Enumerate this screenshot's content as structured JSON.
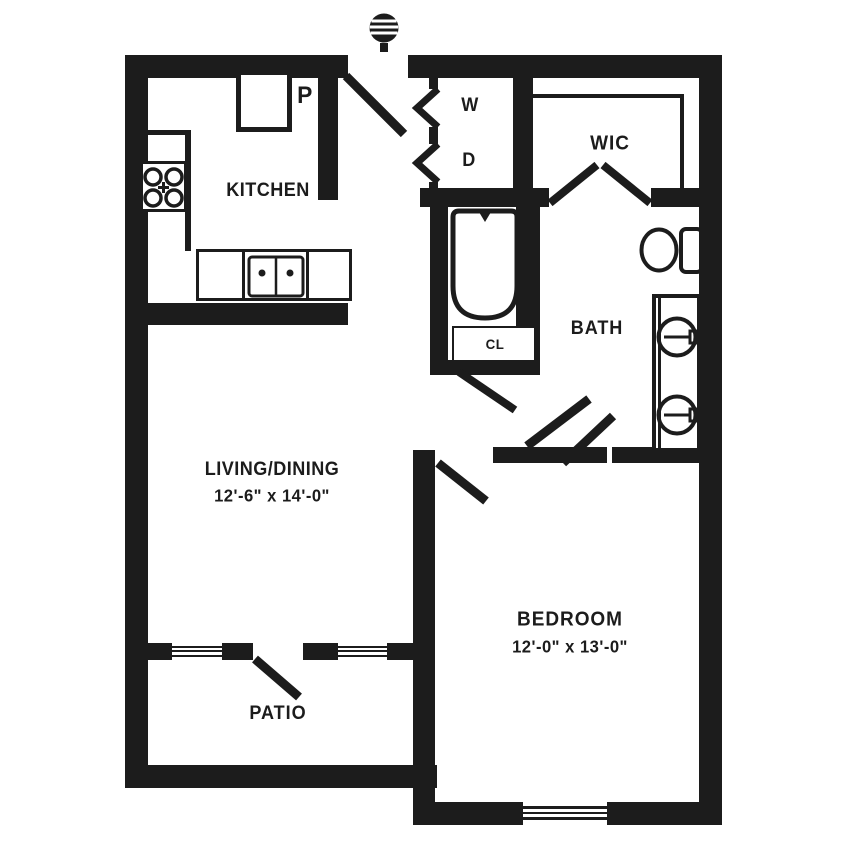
{
  "plan": {
    "type": "apartment-floor-plan",
    "colors": {
      "wall": "#1c1c1c",
      "background": "#ffffff"
    },
    "rooms": {
      "kitchen": {
        "label": "KITCHEN"
      },
      "living_dining": {
        "label": "LIVING/DINING",
        "dimensions": "12'-6\" x 14'-0\""
      },
      "bedroom": {
        "label": "BEDROOM",
        "dimensions": "12'-0\" x 13'-0\""
      },
      "patio": {
        "label": "PATIO"
      },
      "bath": {
        "label": "BATH"
      },
      "walk_in_closet": {
        "label": "WIC"
      },
      "linen_closet": {
        "label": "CL"
      },
      "pantry": {
        "label": "P"
      },
      "washer": {
        "label": "W"
      },
      "dryer": {
        "label": "D"
      }
    }
  }
}
